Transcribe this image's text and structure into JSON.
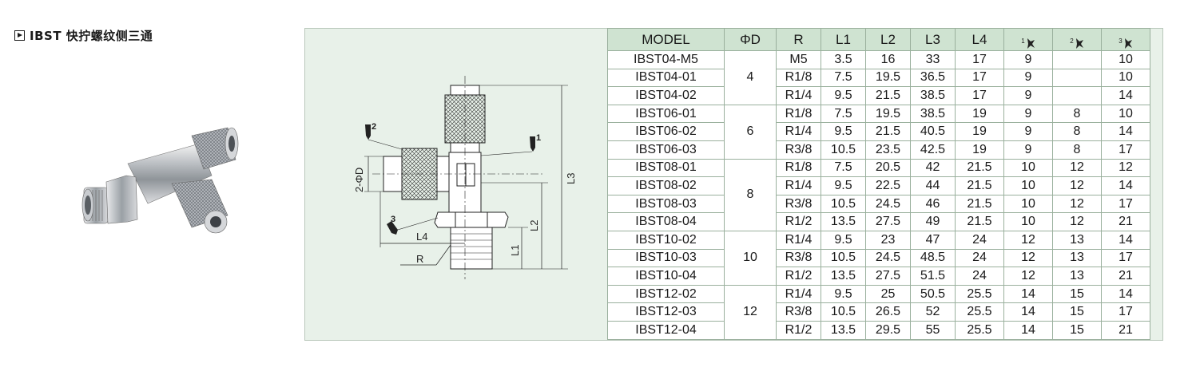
{
  "title": "IBST 快拧螺纹侧三通",
  "drawing_labels": {
    "phi_d": "2-ΦD",
    "l1": "L1",
    "l2": "L2",
    "l3": "L3",
    "l4": "L4",
    "r": "R",
    "wrench1": "1",
    "wrench2": "2",
    "wrench3": "3"
  },
  "table": {
    "headers": [
      "MODEL",
      "ΦD",
      "R",
      "L1",
      "L2",
      "L3",
      "L4"
    ],
    "wrench_headers": [
      "1",
      "2",
      "3"
    ],
    "groups": [
      {
        "d": "4",
        "rows": [
          [
            "IBST04-M5",
            "M5",
            "3.5",
            "16",
            "33",
            "17",
            "9",
            "",
            "10"
          ],
          [
            "IBST04-01",
            "R1/8",
            "7.5",
            "19.5",
            "36.5",
            "17",
            "9",
            "",
            "10"
          ],
          [
            "IBST04-02",
            "R1/4",
            "9.5",
            "21.5",
            "38.5",
            "17",
            "9",
            "",
            "14"
          ]
        ]
      },
      {
        "d": "6",
        "rows": [
          [
            "IBST06-01",
            "R1/8",
            "7.5",
            "19.5",
            "38.5",
            "19",
            "9",
            "8",
            "10"
          ],
          [
            "IBST06-02",
            "R1/4",
            "9.5",
            "21.5",
            "40.5",
            "19",
            "9",
            "8",
            "14"
          ],
          [
            "IBST06-03",
            "R3/8",
            "10.5",
            "23.5",
            "42.5",
            "19",
            "9",
            "8",
            "17"
          ]
        ]
      },
      {
        "d": "8",
        "rows": [
          [
            "IBST08-01",
            "R1/8",
            "7.5",
            "20.5",
            "42",
            "21.5",
            "10",
            "12",
            "12"
          ],
          [
            "IBST08-02",
            "R1/4",
            "9.5",
            "22.5",
            "44",
            "21.5",
            "10",
            "12",
            "14"
          ],
          [
            "IBST08-03",
            "R3/8",
            "10.5",
            "24.5",
            "46",
            "21.5",
            "10",
            "12",
            "17"
          ],
          [
            "IBST08-04",
            "R1/2",
            "13.5",
            "27.5",
            "49",
            "21.5",
            "10",
            "12",
            "21"
          ]
        ]
      },
      {
        "d": "10",
        "rows": [
          [
            "IBST10-02",
            "R1/4",
            "9.5",
            "23",
            "47",
            "24",
            "12",
            "13",
            "14"
          ],
          [
            "IBST10-03",
            "R3/8",
            "10.5",
            "24.5",
            "48.5",
            "24",
            "12",
            "13",
            "17"
          ],
          [
            "IBST10-04",
            "R1/2",
            "13.5",
            "27.5",
            "51.5",
            "24",
            "12",
            "13",
            "21"
          ]
        ]
      },
      {
        "d": "12",
        "rows": [
          [
            "IBST12-02",
            "R1/4",
            "9.5",
            "25",
            "50.5",
            "25.5",
            "14",
            "15",
            "14"
          ],
          [
            "IBST12-03",
            "R3/8",
            "10.5",
            "26.5",
            "52",
            "25.5",
            "14",
            "15",
            "17"
          ],
          [
            "IBST12-04",
            "R1/2",
            "13.5",
            "29.5",
            "55",
            "25.5",
            "14",
            "15",
            "21"
          ]
        ]
      }
    ]
  }
}
